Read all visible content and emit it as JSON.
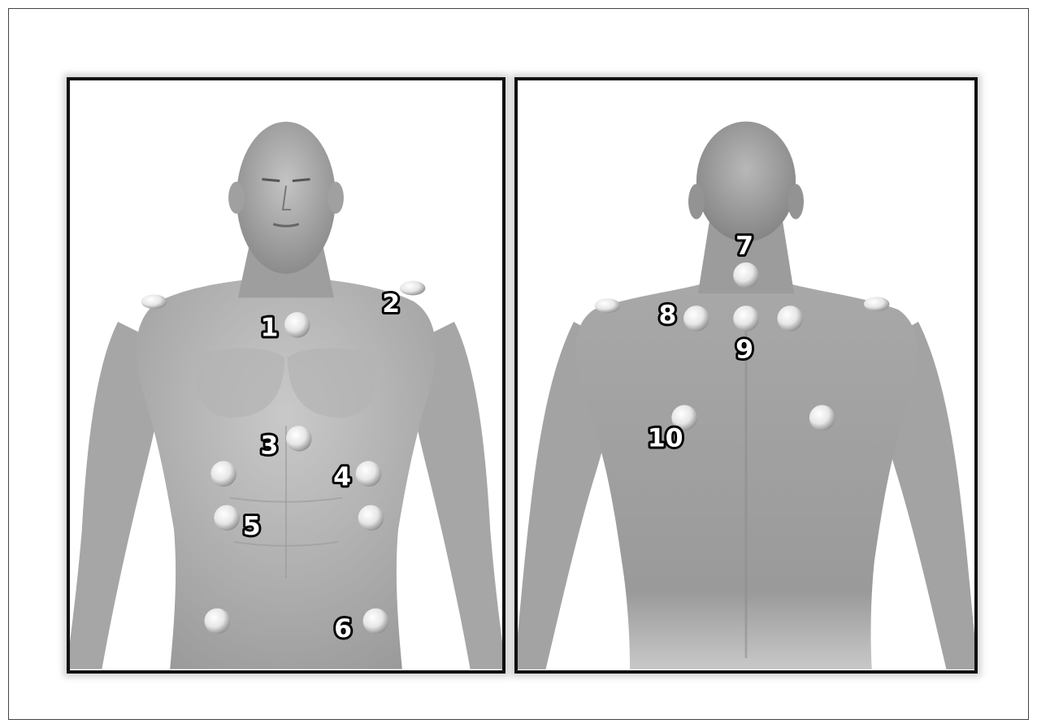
{
  "figure": {
    "panels": [
      {
        "view": "front",
        "electrodes": [
          {
            "label": "1"
          },
          {
            "label": "2"
          },
          {
            "label": "3"
          },
          {
            "label": "4"
          },
          {
            "label": "5"
          },
          {
            "label": "6"
          }
        ]
      },
      {
        "view": "back",
        "electrodes": [
          {
            "label": "7"
          },
          {
            "label": "8"
          },
          {
            "label": "9"
          },
          {
            "label": "10"
          }
        ]
      }
    ]
  },
  "colors": {
    "frame": "#111111",
    "skin": "#b8b8b8",
    "skin_shadow": "#8e8e8e",
    "electrode": "#f2f2f2",
    "label_fill": "#ffffff",
    "label_stroke": "#000000"
  }
}
